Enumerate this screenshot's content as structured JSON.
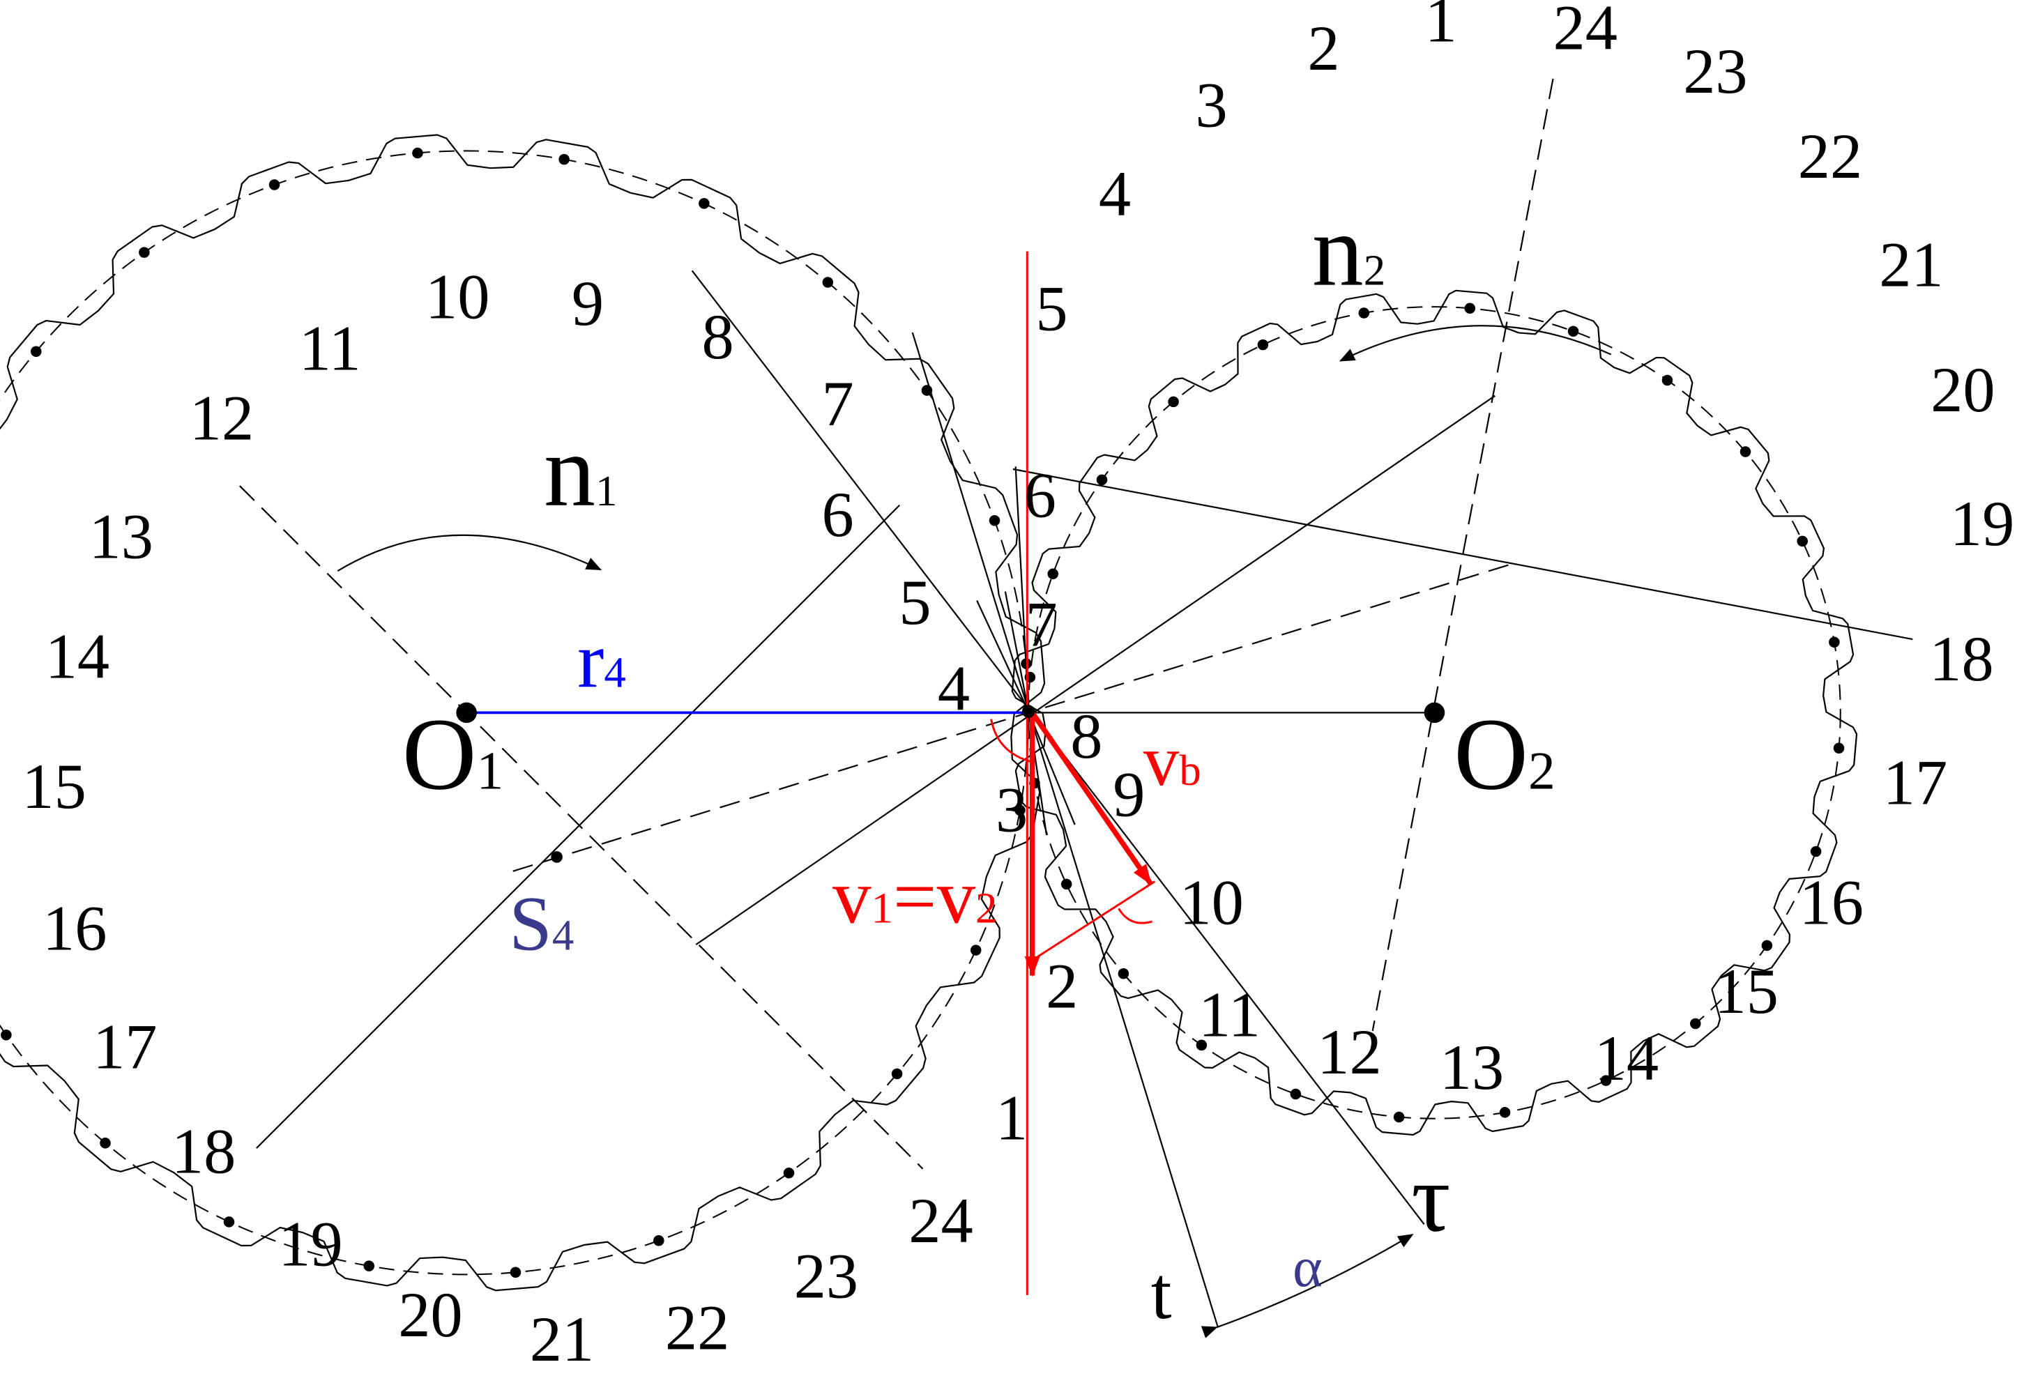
{
  "colors": {
    "ink": "#000000",
    "red": "#ff0000",
    "blue": "#0000ff",
    "navy": "#3a3a8c"
  },
  "gear1": {
    "center_label": "O",
    "center_sub": "1",
    "rotation_label": "n",
    "rotation_sub": "1",
    "tooth_numbers": [
      "1",
      "2",
      "3",
      "4",
      "5",
      "6",
      "7",
      "8",
      "9",
      "10",
      "11",
      "12",
      "13",
      "14",
      "15",
      "16",
      "17",
      "18",
      "19",
      "20",
      "21",
      "22",
      "23",
      "24"
    ]
  },
  "gear2": {
    "center_label": "O",
    "center_sub": "2",
    "rotation_label": "n",
    "rotation_sub": "2",
    "tooth_numbers": [
      "1",
      "2",
      "3",
      "4",
      "5",
      "6",
      "7",
      "8",
      "9",
      "10",
      "11",
      "12",
      "13",
      "14",
      "15",
      "16",
      "17",
      "18",
      "19",
      "20",
      "21",
      "22",
      "23",
      "24"
    ]
  },
  "labels": {
    "radius": "r",
    "radius_sub": "4",
    "focus": "S",
    "focus_sub": "4",
    "velocity_eq_a": "v",
    "velocity_eq_a_sub": "1",
    "velocity_eq_mid": "=v",
    "velocity_eq_b_sub": "2",
    "velocity_b": "v",
    "velocity_b_sub": "b",
    "tangent": "t",
    "tau": "τ",
    "alpha": "α"
  }
}
